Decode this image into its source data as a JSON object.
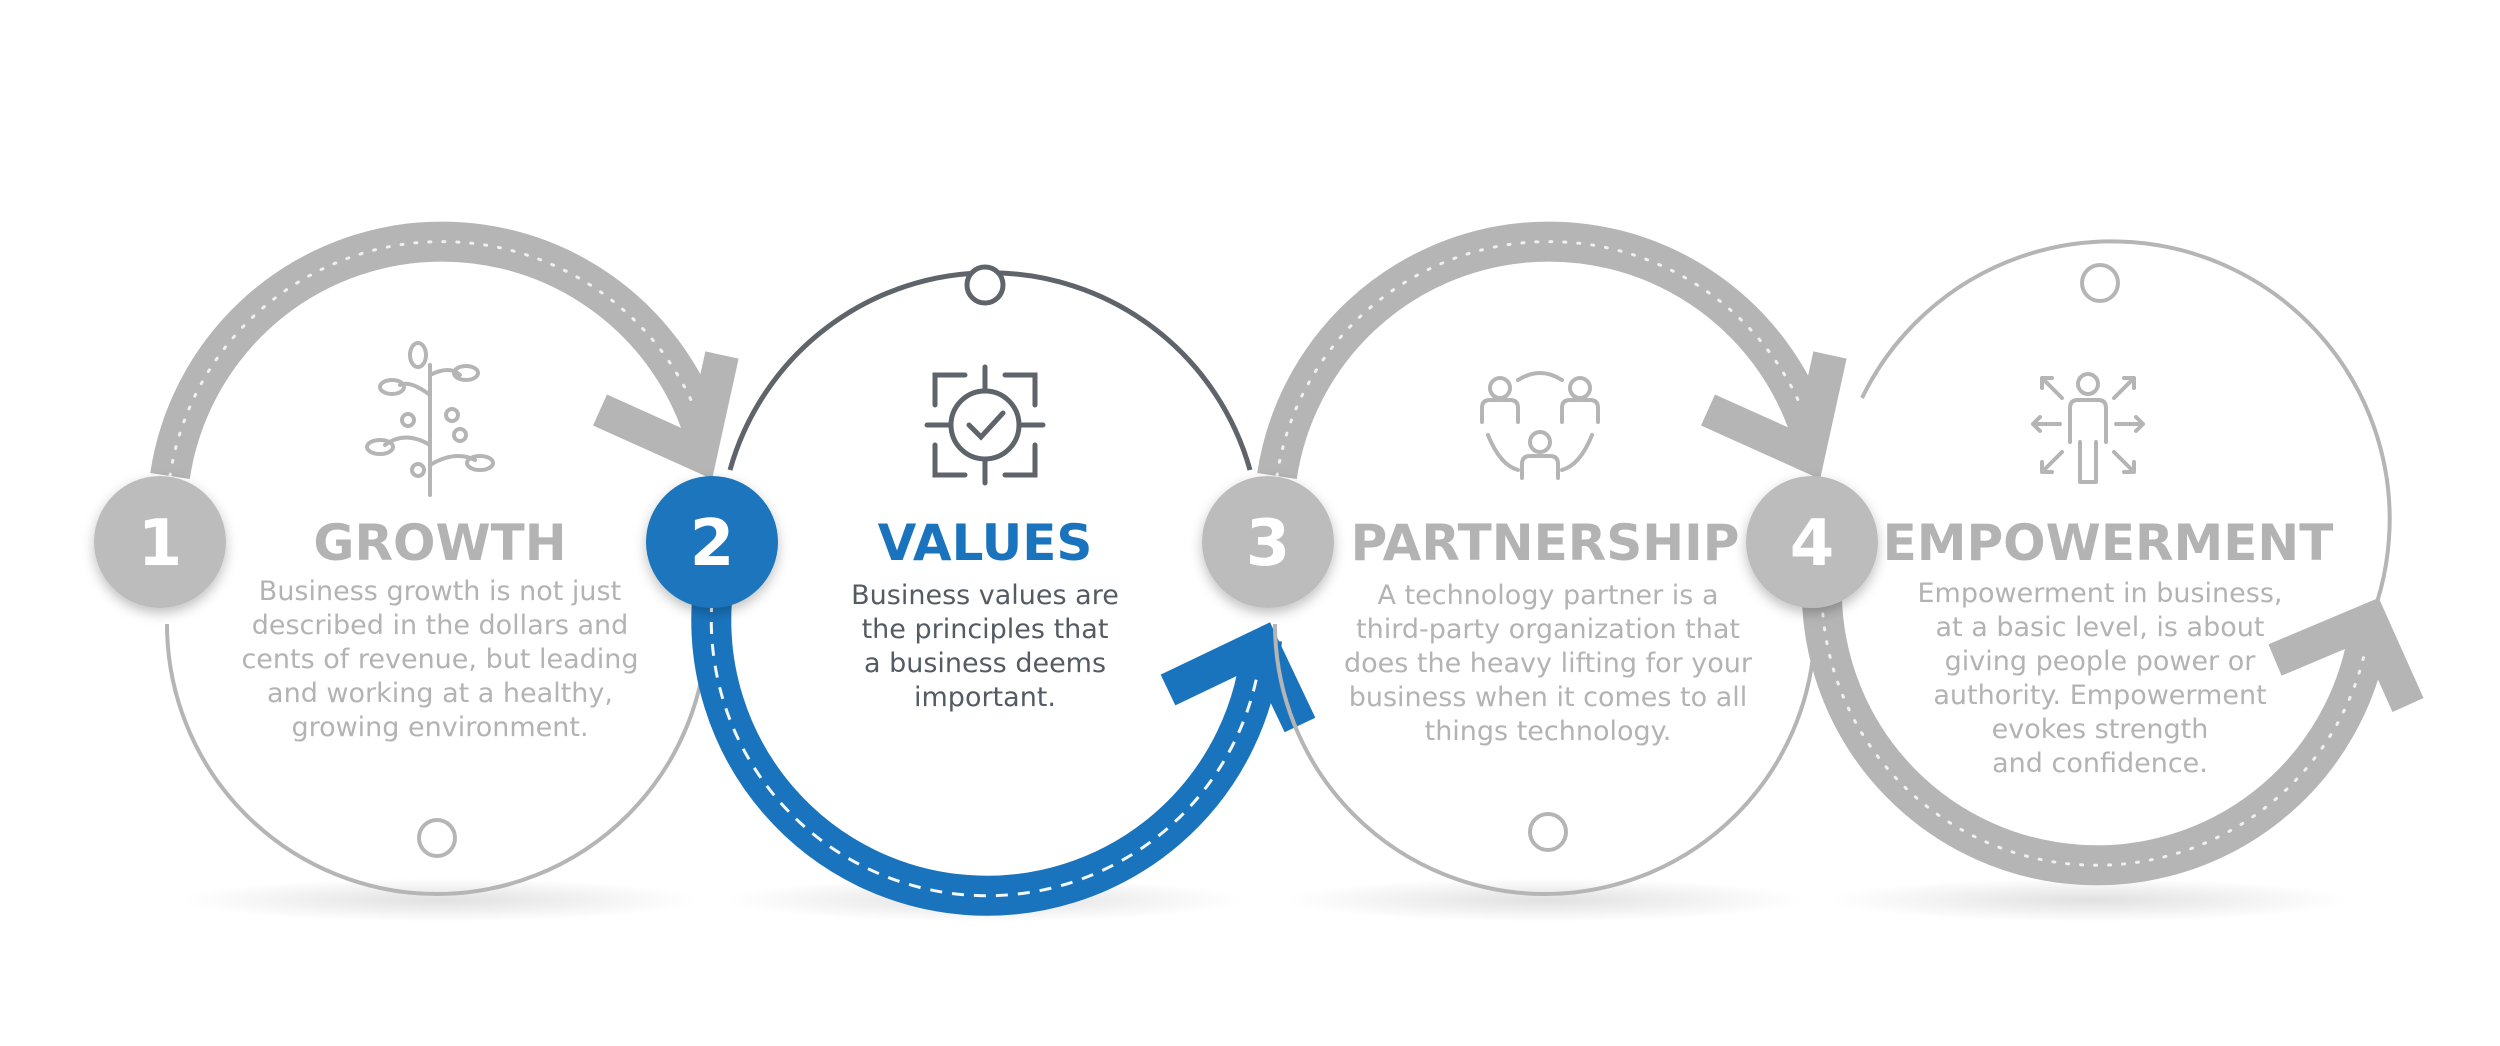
{
  "colors": {
    "accent": "#1a74bd",
    "inactive": "#b5b5b5",
    "inactive_text": "#b3b3b3",
    "active_text": "#555b63",
    "ring_active": "#5f646b",
    "badge_inactive": "#bcbcbc"
  },
  "steps": [
    {
      "number": "1",
      "title": "GROWTH",
      "icon": "plant-icon",
      "body": [
        "Business growth is not just",
        "described in the dollars and",
        "cents of revenue, but leading",
        "and working at a healthy,",
        "growing environment."
      ],
      "active": false
    },
    {
      "number": "2",
      "title": "VALUES",
      "icon": "target-check-icon",
      "body": [
        "Business values are",
        "the principles that",
        "a business deems",
        "important."
      ],
      "active": true
    },
    {
      "number": "3",
      "title": "PARTNERSHIP",
      "icon": "people-network-icon",
      "body": [
        "A technology partner is a",
        "third-party organization that",
        "does the heavy lifting for your",
        "business when it comes to all",
        "things technology."
      ],
      "active": false
    },
    {
      "number": "4",
      "title": "EMPOWERMENT",
      "icon": "person-arrows-icon",
      "body": [
        "Empowerment in business,",
        "at a basic level, is about",
        "giving people power or",
        "authority. Empowerment",
        "evokes strength",
        "and confidence."
      ],
      "active": false
    }
  ]
}
